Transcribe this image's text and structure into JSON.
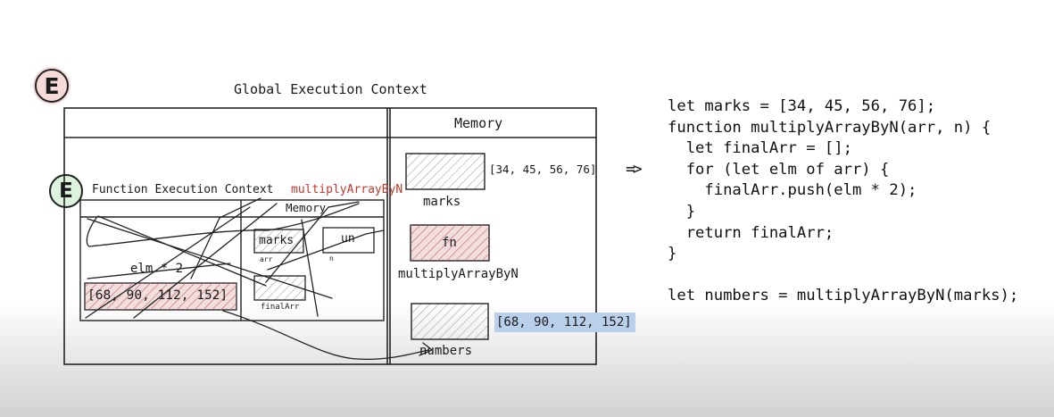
{
  "badges": {
    "global": "E",
    "function": "E"
  },
  "global_context": {
    "title": "Global Execution Context",
    "memory_header": "Memory",
    "memory": [
      {
        "label": "marks",
        "value": "[34, 45, 56, 76]"
      },
      {
        "label": "multiplyArrayByN",
        "value": "fn"
      },
      {
        "label": "numbers",
        "value": "[68, 90, 112, 152]"
      }
    ]
  },
  "function_context": {
    "title": "Function Execution Context",
    "name": "multiplyArrayByN",
    "memory_header": "Memory",
    "expression": "elm * 2",
    "result": "[68, 90, 112, 152]",
    "memory": [
      {
        "label": "arr",
        "value": "marks"
      },
      {
        "label": "n",
        "value": "un"
      },
      {
        "label": "finalArr",
        "value": ""
      }
    ]
  },
  "arrow": "=>",
  "code": [
    "let marks = [34, 45, 56, 76];",
    "function multiplyArrayByN(arr, n) {",
    "  let finalArr = [];",
    "  for (let elm of arr) {",
    "    finalArr.push(elm * 2);",
    "  }",
    "  return finalArr;",
    "}",
    "",
    "let numbers = multiplyArrayByN(marks);"
  ],
  "colors": {
    "hatch_gray": "#9a9a9a",
    "hatch_red": "#c46a6a",
    "fill_red": "#f2dede",
    "highlight": "#b9cfea",
    "name_red": "#c0392b"
  }
}
